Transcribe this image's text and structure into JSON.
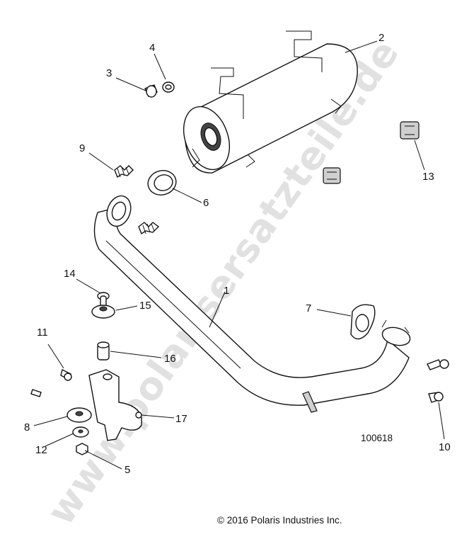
{
  "watermark": "www.polarisersatzteile.de",
  "diagram_number": "100618",
  "copyright": "© 2016 Polaris Industries Inc.",
  "callouts": [
    {
      "id": "1",
      "part": "exhaust-pipe"
    },
    {
      "id": "2",
      "part": "muffler"
    },
    {
      "id": "3",
      "part": "bolt"
    },
    {
      "id": "4",
      "part": "washer"
    },
    {
      "id": "5",
      "part": "nut"
    },
    {
      "id": "6",
      "part": "seal-ring"
    },
    {
      "id": "7",
      "part": "gasket"
    },
    {
      "id": "8",
      "part": "washer-large"
    },
    {
      "id": "9",
      "part": "spring"
    },
    {
      "id": "10",
      "part": "bolt"
    },
    {
      "id": "11",
      "part": "bolt"
    },
    {
      "id": "12",
      "part": "washer-small"
    },
    {
      "id": "13",
      "part": "grommet"
    },
    {
      "id": "14",
      "part": "pin"
    },
    {
      "id": "15",
      "part": "grommet-round"
    },
    {
      "id": "16",
      "part": "bushing"
    },
    {
      "id": "17",
      "part": "bracket"
    }
  ]
}
